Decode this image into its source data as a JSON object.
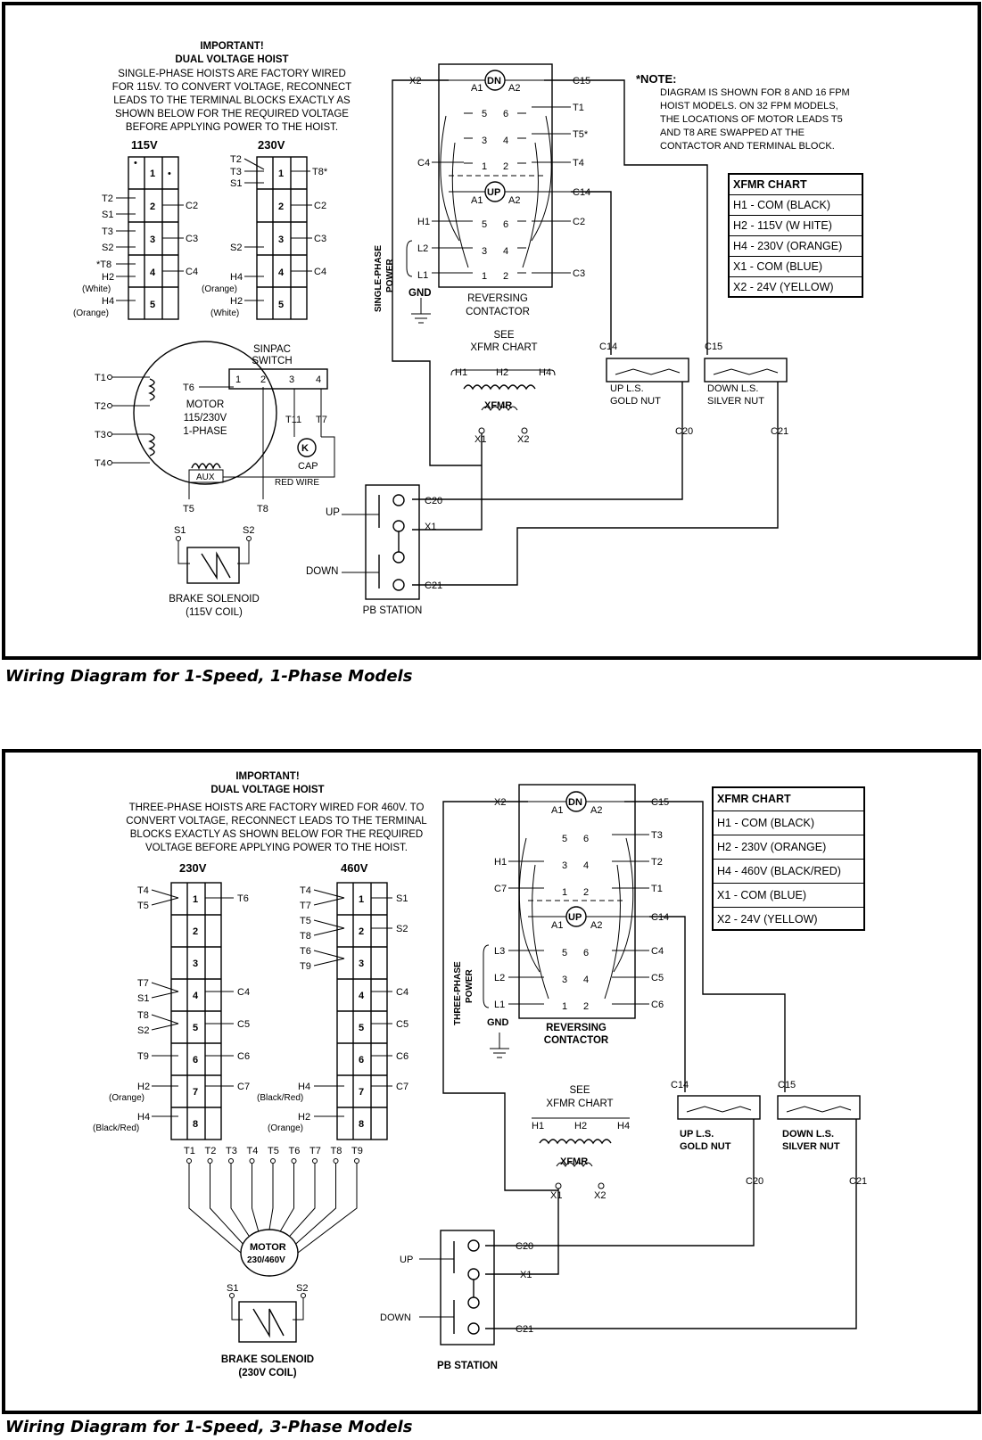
{
  "diagram1": {
    "caption": "Wiring Diagram for 1-Speed, 1-Phase Models",
    "important_title": "IMPORTANT!",
    "important_subtitle": "DUAL VOLTAGE HOIST",
    "important_lines": [
      "SINGLE-PHASE HOISTS ARE FACTORY WIRED",
      "FOR 115V. TO CONVERT VOLTAGE, RECONNECT",
      "LEADS TO THE TERMINAL BLOCKS EXACTLY AS",
      "SHOWN BELOW FOR THE REQUIRED VOLTAGE",
      "BEFORE APPLYING POWER TO THE  HOIST."
    ],
    "block_left_title": "115V",
    "block_right_title": "230V",
    "note_title": "*NOTE:",
    "note_lines": [
      "DIAGRAM IS SHOWN FOR 8 AND 16 FPM",
      "HOIST MODELS. ON 32 FPM MODELS,",
      "THE LOCATIONS OF MOTOR LEADS T5",
      "AND T8 ARE SWAPPED AT THE",
      "CONTACTOR AND TERMINAL BLOCK."
    ],
    "xfmr_chart": [
      "XFMR CHART",
      "H1 - COM (BLACK)",
      "H2 - 115V (W HITE)",
      "H4 - 230V (ORANGE)",
      "X1 - COM (BLUE)",
      "X2 - 24V (YELLOW)"
    ],
    "contactor_label": "REVERSING",
    "contactor_label2": "CONTACTOR",
    "power_label": "SINGLE-PHASE",
    "power_label2": "POWER",
    "gnd": "GND",
    "see_xfmr": "SEE",
    "see_xfmr2": "XFMR CHART",
    "xfmr": "XFMR",
    "up_ls": "UP L.S.",
    "up_ls2": "GOLD NUT",
    "down_ls": "DOWN L.S.",
    "down_ls2": "SILVER NUT",
    "pb_station": "PB STATION",
    "up": "UP",
    "down": "DOWN",
    "sinpac": "SINPAC",
    "sinpac2": "SWITCH",
    "motor_lines": [
      "MOTOR",
      "115/230V",
      "1-PHASE"
    ],
    "aux": "AUX",
    "cap": "CAP",
    "red_wire": "RED WIRE",
    "brake": "BRAKE SOLENOID",
    "brake2": "(115V COIL)"
  },
  "diagram2": {
    "caption": "Wiring Diagram for 1-Speed, 3-Phase Models",
    "important_title": "IMPORTANT!",
    "important_subtitle": "DUAL VOLTAGE HOIST",
    "important_lines": [
      "THREE-PHASE HOISTS ARE FACTORY WIRED FOR 460V. TO",
      "CONVERT VOLTAGE, RECONNECT LEADS TO THE TERMINAL",
      "BLOCKS EXACTLY AS SHOWN BELOW FOR THE REQUIRED",
      "VOLTAGE BEFORE APPLYING POWER TO THE  HOIST."
    ],
    "block_left_title": "230V",
    "block_right_title": "460V",
    "xfmr_chart": [
      "XFMR CHART",
      "H1 - COM (BLACK)",
      "H2 - 230V (ORANGE)",
      "H4 - 460V (BLACK/RED)",
      "X1 - COM (BLUE)",
      "X2 - 24V (YELLOW)"
    ],
    "contactor_label": "REVERSING",
    "contactor_label2": "CONTACTOR",
    "power_label": "THREE-PHASE",
    "power_label2": "POWER",
    "gnd": "GND",
    "see_xfmr": "SEE",
    "see_xfmr2": "XFMR CHART",
    "xfmr": "XFMR",
    "up_ls": "UP L.S.",
    "up_ls2": "GOLD NUT",
    "down_ls": "DOWN L.S.",
    "down_ls2": "SILVER NUT",
    "pb_station": "PB STATION",
    "up": "UP",
    "down": "DOWN",
    "motor": "MOTOR",
    "motor2": "230/460V",
    "motor_leads": [
      "T1",
      "T2",
      "T3",
      "T4",
      "T5",
      "T6",
      "T7",
      "T8",
      "T9"
    ],
    "brake": "BRAKE SOLENOID",
    "brake2": "(230V COIL)"
  }
}
